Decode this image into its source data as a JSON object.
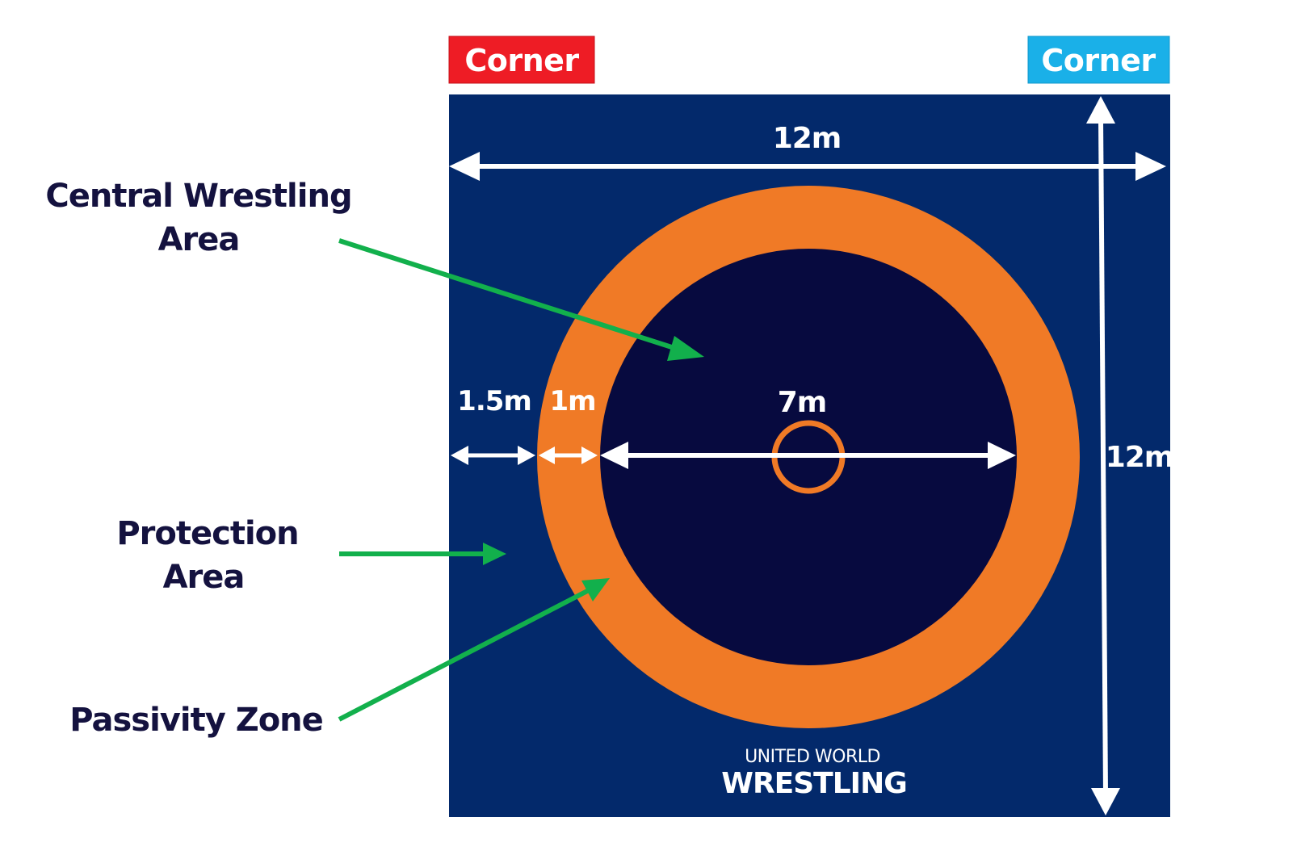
{
  "corners": {
    "left": {
      "label": "Corner",
      "color": "#ee1c25"
    },
    "right": {
      "label": "Corner",
      "color": "#1ab0e8"
    }
  },
  "dimensions": {
    "width": "12m",
    "height": "12m",
    "protection": "1.5m",
    "passivity": "1m",
    "central": "7m"
  },
  "labels": {
    "central_line1": "Central Wrestling",
    "central_line2": "Area",
    "protection_line1": "Protection",
    "protection_line2": "Area",
    "passivity": "Passivity Zone"
  },
  "logo": {
    "line1": "UNITED WORLD",
    "line2": "WRESTLING"
  },
  "colors": {
    "mat": "#03296b",
    "ring": "#f07a26",
    "center": "#070a3f",
    "arrow_white": "#ffffff",
    "pointer_green": "#12b04c",
    "label": "#14123f"
  }
}
